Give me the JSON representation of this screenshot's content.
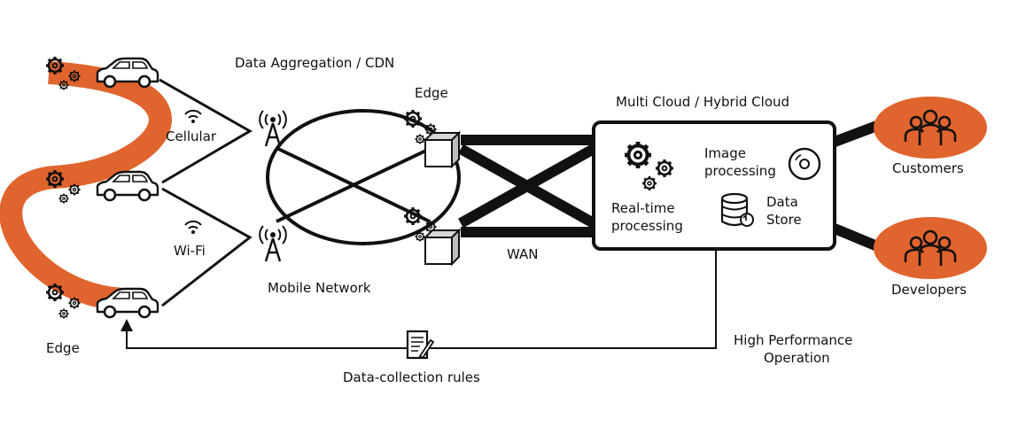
{
  "labels": {
    "data_aggregation": "Data Aggregation / CDN",
    "edge_top": "Edge",
    "edge_bottom": "Edge",
    "multi_cloud": "Multi Cloud / Hybrid Cloud",
    "cellular": "Cellular",
    "wifi": "Wi-Fi",
    "mobile_network": "Mobile Network",
    "wan": "WAN",
    "image_processing_1": "Image",
    "image_processing_2": "processing",
    "realtime_1": "Real-time",
    "realtime_2": "processing",
    "data_store_1": "Data",
    "data_store_2": "Store",
    "customers": "Customers",
    "developers": "Developers",
    "high_perf_1": "High Performance",
    "high_perf_2": "Operation",
    "data_collection_rules": "Data-collection rules"
  },
  "colors": {
    "accent": "#e0642e",
    "stroke": "#111111",
    "background": "#ffffff"
  },
  "icons": [
    "gear-icon",
    "car-icon",
    "wifi-icon",
    "antenna-icon",
    "edge-server-icon",
    "disc-icon",
    "database-icon",
    "people-icon",
    "document-icon",
    "arrow-head-icon"
  ]
}
